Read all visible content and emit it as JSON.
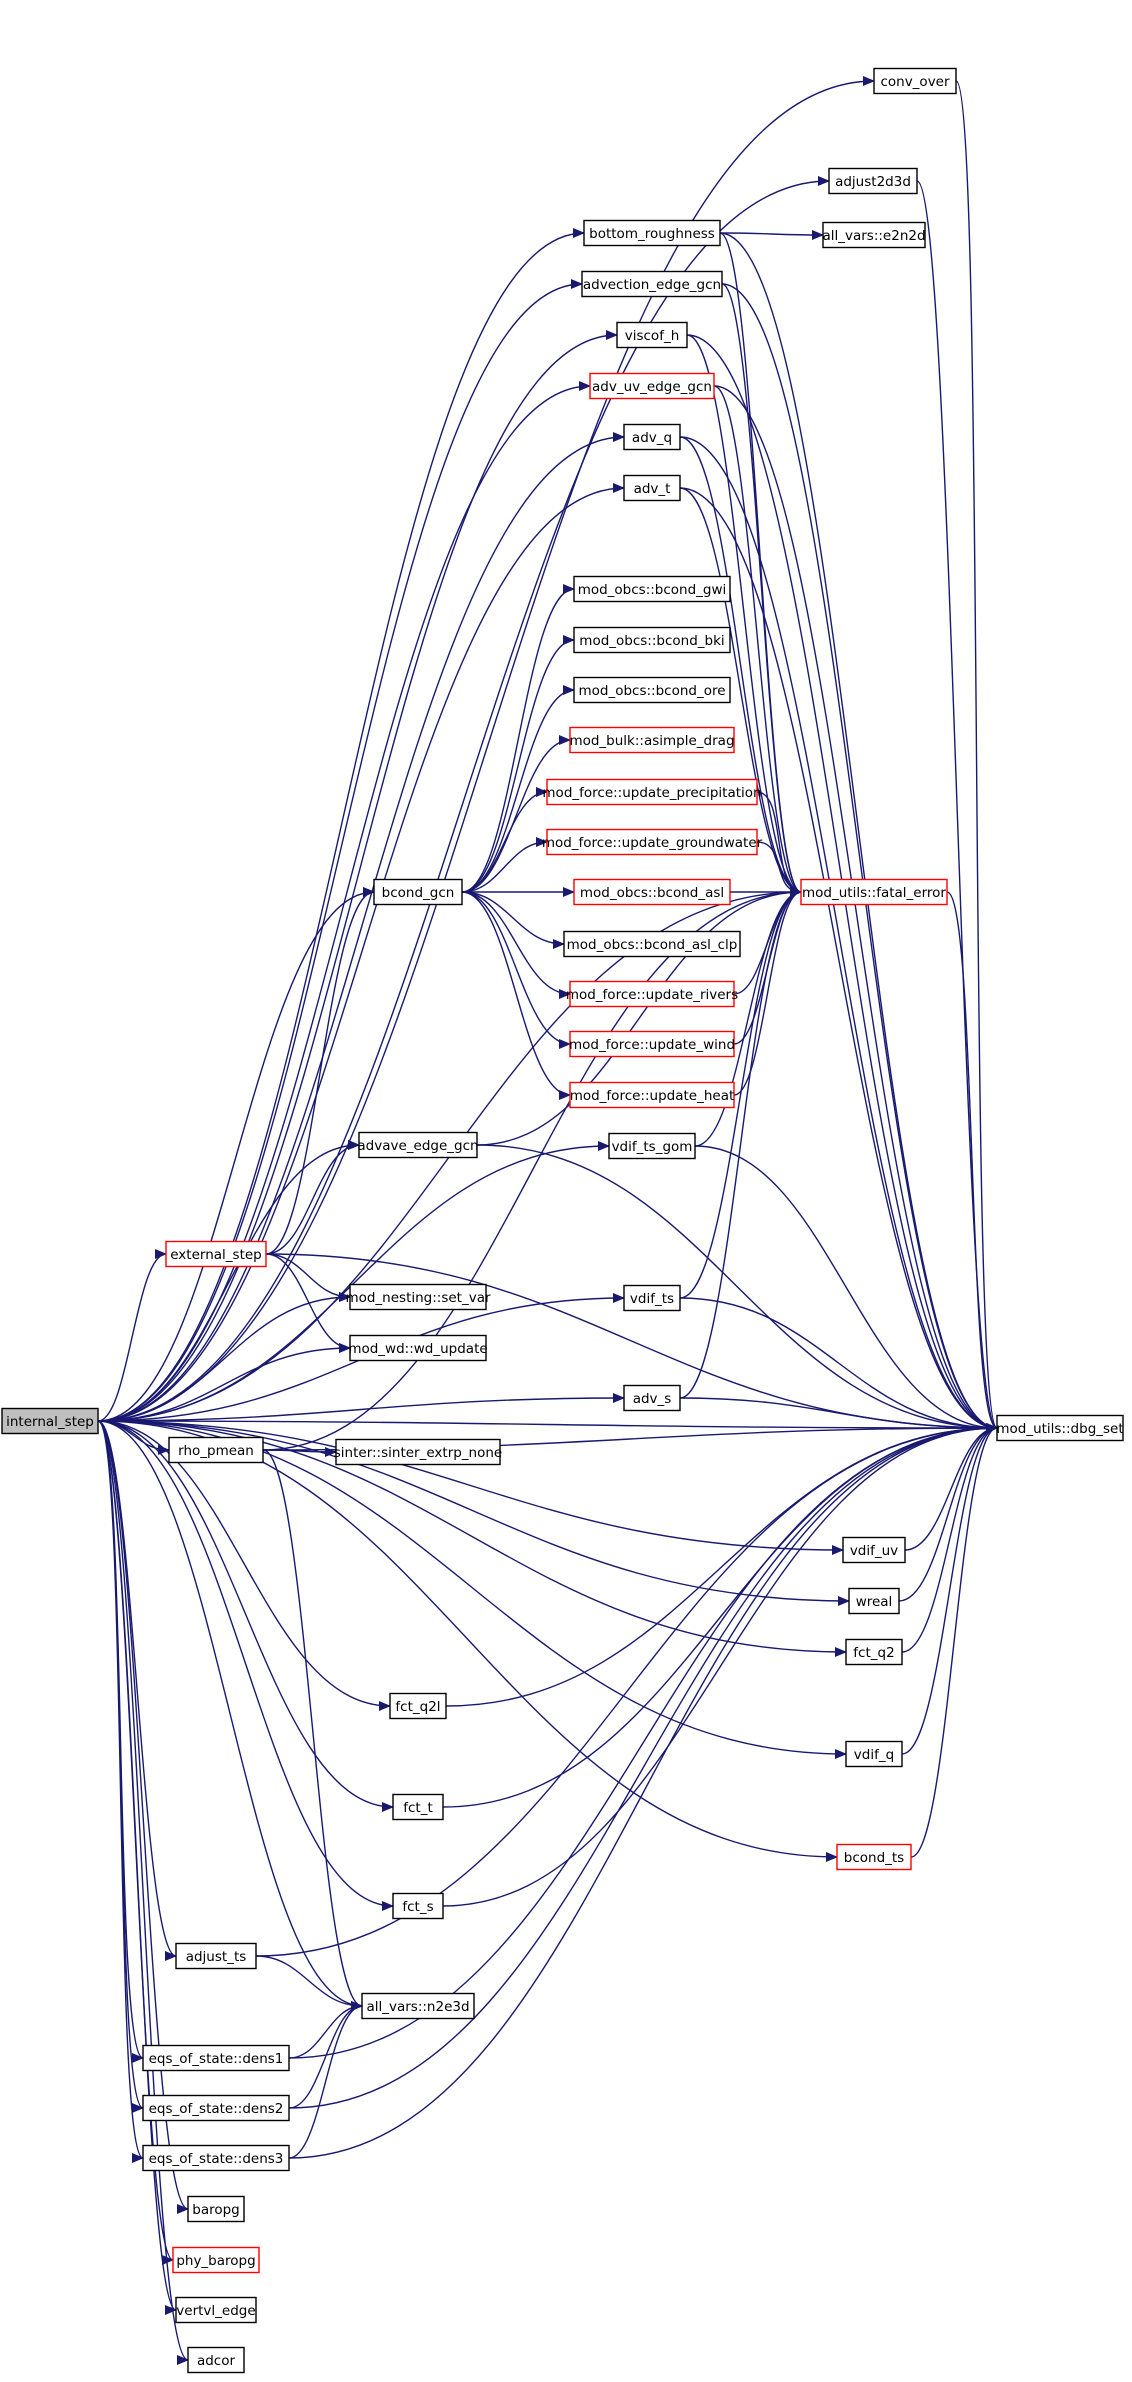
{
  "colors": {
    "edge": "#191970",
    "node_border": "#000000",
    "node_border_truncated": "#ff0000",
    "root_fill": "#bfbfbf",
    "node_fill": "#ffffff"
  },
  "graph": {
    "nodes": [
      {
        "id": "internal_step",
        "label": "internal_step",
        "style": "root"
      },
      {
        "id": "conv_over",
        "label": "conv_over",
        "style": "normal"
      },
      {
        "id": "adjust2d3d",
        "label": "adjust2d3d",
        "style": "normal"
      },
      {
        "id": "bottom_roughness",
        "label": "bottom_roughness",
        "style": "normal"
      },
      {
        "id": "all_vars_e2n2d",
        "label": "all_vars::e2n2d",
        "style": "normal"
      },
      {
        "id": "advection_edge_gcn",
        "label": "advection_edge_gcn",
        "style": "normal"
      },
      {
        "id": "viscof_h",
        "label": "viscof_h",
        "style": "normal"
      },
      {
        "id": "adv_uv_edge_gcn",
        "label": "adv_uv_edge_gcn",
        "style": "truncated"
      },
      {
        "id": "adv_q",
        "label": "adv_q",
        "style": "normal"
      },
      {
        "id": "adv_t",
        "label": "adv_t",
        "style": "normal"
      },
      {
        "id": "bcond_gwi",
        "label": "mod_obcs::bcond_gwi",
        "style": "normal"
      },
      {
        "id": "bcond_bki",
        "label": "mod_obcs::bcond_bki",
        "style": "normal"
      },
      {
        "id": "bcond_ore",
        "label": "mod_obcs::bcond_ore",
        "style": "normal"
      },
      {
        "id": "asimple_drag",
        "label": "mod_bulk::asimple_drag",
        "style": "truncated"
      },
      {
        "id": "update_precipitation",
        "label": "mod_force::update_precipitation",
        "style": "truncated"
      },
      {
        "id": "update_groundwater",
        "label": "mod_force::update_groundwater",
        "style": "truncated"
      },
      {
        "id": "bcond_asl",
        "label": "mod_obcs::bcond_asl",
        "style": "truncated"
      },
      {
        "id": "bcond_asl_clp",
        "label": "mod_obcs::bcond_asl_clp",
        "style": "normal"
      },
      {
        "id": "update_rivers",
        "label": "mod_force::update_rivers",
        "style": "truncated"
      },
      {
        "id": "update_wind",
        "label": "mod_force::update_wind",
        "style": "truncated"
      },
      {
        "id": "update_heat",
        "label": "mod_force::update_heat",
        "style": "truncated"
      },
      {
        "id": "bcond_gcn",
        "label": "bcond_gcn",
        "style": "normal"
      },
      {
        "id": "fatal_error",
        "label": "mod_utils::fatal_error",
        "style": "truncated"
      },
      {
        "id": "vdif_ts_gom",
        "label": "vdif_ts_gom",
        "style": "normal"
      },
      {
        "id": "advave_edge_gcn",
        "label": "advave_edge_gcn",
        "style": "normal"
      },
      {
        "id": "external_step",
        "label": "external_step",
        "style": "truncated"
      },
      {
        "id": "set_var",
        "label": "mod_nesting::set_var",
        "style": "normal"
      },
      {
        "id": "vdif_ts",
        "label": "vdif_ts",
        "style": "normal"
      },
      {
        "id": "wd_update",
        "label": "mod_wd::wd_update",
        "style": "normal"
      },
      {
        "id": "adv_s",
        "label": "adv_s",
        "style": "normal"
      },
      {
        "id": "dbg_set",
        "label": "mod_utils::dbg_set",
        "style": "normal"
      },
      {
        "id": "rho_pmean",
        "label": "rho_pmean",
        "style": "normal"
      },
      {
        "id": "sinter_extrp_none",
        "label": "sinter::sinter_extrp_none",
        "style": "normal"
      },
      {
        "id": "vdif_uv",
        "label": "vdif_uv",
        "style": "normal"
      },
      {
        "id": "wreal",
        "label": "wreal",
        "style": "normal"
      },
      {
        "id": "fct_q2",
        "label": "fct_q2",
        "style": "normal"
      },
      {
        "id": "fct_q2l",
        "label": "fct_q2l",
        "style": "normal"
      },
      {
        "id": "vdif_q",
        "label": "vdif_q",
        "style": "normal"
      },
      {
        "id": "fct_t",
        "label": "fct_t",
        "style": "normal"
      },
      {
        "id": "bcond_ts",
        "label": "bcond_ts",
        "style": "truncated"
      },
      {
        "id": "fct_s",
        "label": "fct_s",
        "style": "normal"
      },
      {
        "id": "adjust_ts",
        "label": "adjust_ts",
        "style": "normal"
      },
      {
        "id": "n2e3d",
        "label": "all_vars::n2e3d",
        "style": "normal"
      },
      {
        "id": "dens1",
        "label": "eqs_of_state::dens1",
        "style": "normal"
      },
      {
        "id": "dens2",
        "label": "eqs_of_state::dens2",
        "style": "normal"
      },
      {
        "id": "dens3",
        "label": "eqs_of_state::dens3",
        "style": "normal"
      },
      {
        "id": "baropg",
        "label": "baropg",
        "style": "normal"
      },
      {
        "id": "phy_baropg",
        "label": "phy_baropg",
        "style": "truncated"
      },
      {
        "id": "vertvl_edge",
        "label": "vertvl_edge",
        "style": "normal"
      },
      {
        "id": "adcor",
        "label": "adcor",
        "style": "normal"
      }
    ],
    "edges": [
      [
        "internal_step",
        "conv_over"
      ],
      [
        "internal_step",
        "adjust2d3d"
      ],
      [
        "internal_step",
        "bottom_roughness"
      ],
      [
        "internal_step",
        "advection_edge_gcn"
      ],
      [
        "internal_step",
        "viscof_h"
      ],
      [
        "internal_step",
        "adv_uv_edge_gcn"
      ],
      [
        "internal_step",
        "adv_q"
      ],
      [
        "internal_step",
        "adv_t"
      ],
      [
        "internal_step",
        "fatal_error"
      ],
      [
        "internal_step",
        "bcond_gcn"
      ],
      [
        "internal_step",
        "vdif_ts_gom"
      ],
      [
        "internal_step",
        "advave_edge_gcn"
      ],
      [
        "internal_step",
        "external_step"
      ],
      [
        "internal_step",
        "vdif_ts"
      ],
      [
        "internal_step",
        "set_var"
      ],
      [
        "internal_step",
        "wd_update"
      ],
      [
        "internal_step",
        "adv_s"
      ],
      [
        "internal_step",
        "rho_pmean"
      ],
      [
        "internal_step",
        "vdif_uv"
      ],
      [
        "internal_step",
        "wreal"
      ],
      [
        "internal_step",
        "fct_q2"
      ],
      [
        "internal_step",
        "fct_q2l"
      ],
      [
        "internal_step",
        "vdif_q"
      ],
      [
        "internal_step",
        "fct_t"
      ],
      [
        "internal_step",
        "bcond_ts"
      ],
      [
        "internal_step",
        "fct_s"
      ],
      [
        "internal_step",
        "adjust_ts"
      ],
      [
        "internal_step",
        "n2e3d"
      ],
      [
        "internal_step",
        "dens1"
      ],
      [
        "internal_step",
        "dens2"
      ],
      [
        "internal_step",
        "dens3"
      ],
      [
        "internal_step",
        "baropg"
      ],
      [
        "internal_step",
        "phy_baropg"
      ],
      [
        "internal_step",
        "vertvl_edge"
      ],
      [
        "internal_step",
        "adcor"
      ],
      [
        "internal_step",
        "dbg_set"
      ],
      [
        "conv_over",
        "dbg_set"
      ],
      [
        "adjust2d3d",
        "dbg_set"
      ],
      [
        "bottom_roughness",
        "all_vars_e2n2d"
      ],
      [
        "bottom_roughness",
        "fatal_error"
      ],
      [
        "bottom_roughness",
        "dbg_set"
      ],
      [
        "advection_edge_gcn",
        "fatal_error"
      ],
      [
        "advection_edge_gcn",
        "dbg_set"
      ],
      [
        "viscof_h",
        "fatal_error"
      ],
      [
        "viscof_h",
        "dbg_set"
      ],
      [
        "adv_uv_edge_gcn",
        "fatal_error"
      ],
      [
        "adv_uv_edge_gcn",
        "dbg_set"
      ],
      [
        "adv_q",
        "fatal_error"
      ],
      [
        "adv_q",
        "dbg_set"
      ],
      [
        "adv_t",
        "fatal_error"
      ],
      [
        "adv_t",
        "dbg_set"
      ],
      [
        "bcond_gcn",
        "bcond_gwi"
      ],
      [
        "bcond_gcn",
        "bcond_bki"
      ],
      [
        "bcond_gcn",
        "bcond_ore"
      ],
      [
        "bcond_gcn",
        "asimple_drag"
      ],
      [
        "bcond_gcn",
        "update_precipitation"
      ],
      [
        "bcond_gcn",
        "update_groundwater"
      ],
      [
        "bcond_gcn",
        "bcond_asl"
      ],
      [
        "bcond_gcn",
        "bcond_asl_clp"
      ],
      [
        "bcond_gcn",
        "update_rivers"
      ],
      [
        "bcond_gcn",
        "update_wind"
      ],
      [
        "bcond_gcn",
        "update_heat"
      ],
      [
        "update_precipitation",
        "fatal_error"
      ],
      [
        "update_groundwater",
        "fatal_error"
      ],
      [
        "bcond_asl",
        "fatal_error"
      ],
      [
        "update_rivers",
        "fatal_error"
      ],
      [
        "update_wind",
        "fatal_error"
      ],
      [
        "update_heat",
        "fatal_error"
      ],
      [
        "fatal_error",
        "dbg_set"
      ],
      [
        "vdif_ts_gom",
        "fatal_error"
      ],
      [
        "vdif_ts_gom",
        "dbg_set"
      ],
      [
        "advave_edge_gcn",
        "fatal_error"
      ],
      [
        "advave_edge_gcn",
        "dbg_set"
      ],
      [
        "external_step",
        "bcond_gcn"
      ],
      [
        "external_step",
        "advave_edge_gcn"
      ],
      [
        "external_step",
        "set_var"
      ],
      [
        "external_step",
        "wd_update"
      ],
      [
        "external_step",
        "dbg_set"
      ],
      [
        "vdif_ts",
        "fatal_error"
      ],
      [
        "vdif_ts",
        "dbg_set"
      ],
      [
        "adv_s",
        "fatal_error"
      ],
      [
        "adv_s",
        "dbg_set"
      ],
      [
        "rho_pmean",
        "sinter_extrp_none"
      ],
      [
        "rho_pmean",
        "fatal_error"
      ],
      [
        "rho_pmean",
        "dbg_set"
      ],
      [
        "rho_pmean",
        "n2e3d"
      ],
      [
        "vdif_uv",
        "dbg_set"
      ],
      [
        "wreal",
        "dbg_set"
      ],
      [
        "fct_q2",
        "dbg_set"
      ],
      [
        "fct_q2l",
        "dbg_set"
      ],
      [
        "vdif_q",
        "dbg_set"
      ],
      [
        "fct_t",
        "dbg_set"
      ],
      [
        "bcond_ts",
        "dbg_set"
      ],
      [
        "fct_s",
        "dbg_set"
      ],
      [
        "adjust_ts",
        "n2e3d"
      ],
      [
        "adjust_ts",
        "dbg_set"
      ],
      [
        "dens1",
        "n2e3d"
      ],
      [
        "dens1",
        "dbg_set"
      ],
      [
        "dens2",
        "n2e3d"
      ],
      [
        "dens2",
        "dbg_set"
      ],
      [
        "dens3",
        "n2e3d"
      ],
      [
        "dens3",
        "dbg_set"
      ]
    ]
  }
}
